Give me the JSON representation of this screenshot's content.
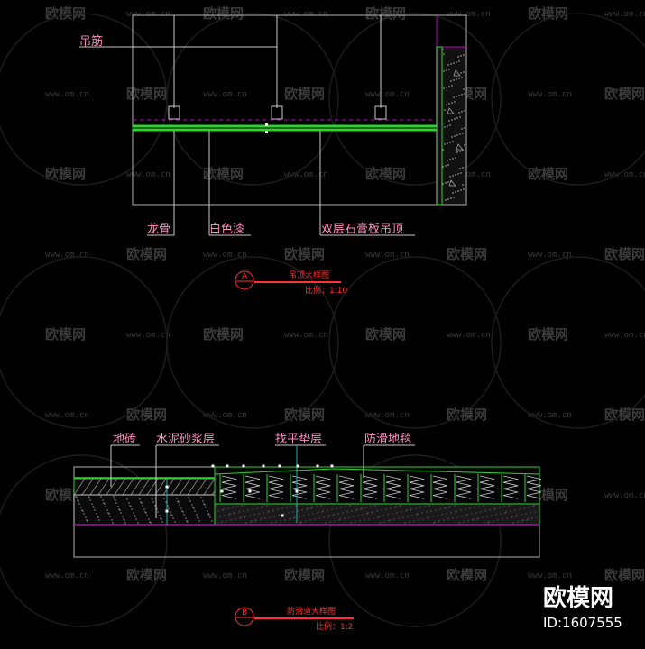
{
  "ceiling_detail": {
    "labels": {
      "hanger": "吊筋",
      "keel": "龙骨",
      "paint": "白色漆",
      "board": "双层石膏板吊顶"
    },
    "title_mark": "A",
    "title": "吊顶大样图",
    "scale": "比例：1:10"
  },
  "floor_detail": {
    "labels": {
      "tile": "地砖",
      "mortar": "水泥砂浆层",
      "leveling": "找平垫层",
      "carpet": "防滑地毯"
    },
    "title_mark": "B",
    "title": "防滑道大样图",
    "scale": "比例：1:2"
  },
  "watermark": {
    "brand": "欧模网",
    "url": "www.om.cn"
  },
  "branding": {
    "name": "欧模网",
    "id": "ID:1607555"
  },
  "colors": {
    "background": "#000000",
    "line": "#c8c8c8",
    "green": "#2fd12f",
    "magenta": "#c000c0",
    "label": "#ff8fbf",
    "red": "#ff3030"
  }
}
